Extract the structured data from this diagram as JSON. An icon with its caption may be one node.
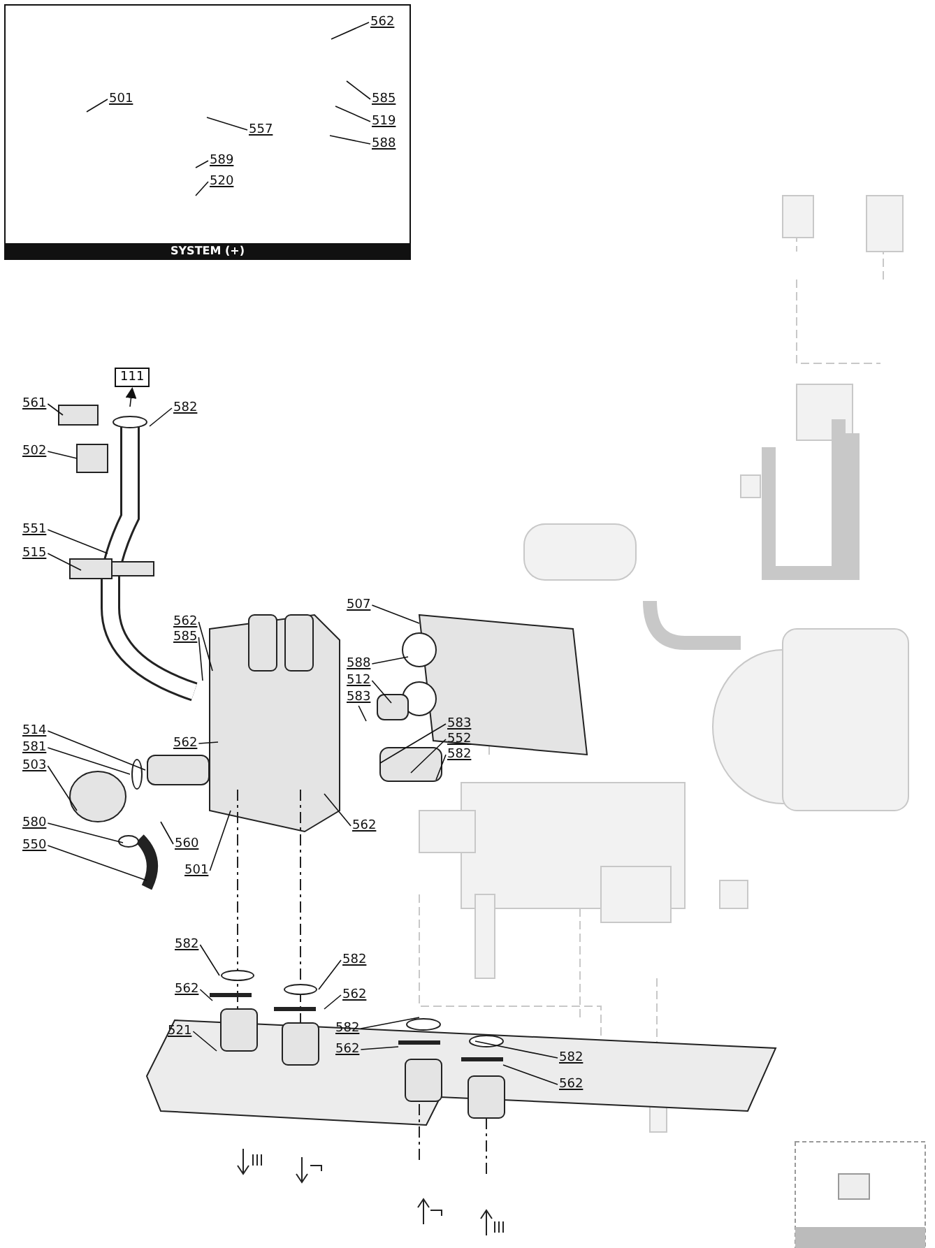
{
  "diagram": {
    "nodes": [
      {
        "text": [
          "SYSTEM (+)"
        ]
      },
      {
        "text": [
          "501"
        ],
        "in": 0
      },
      {
        "text": [
          "562"
        ],
        "in": 0
      },
      {
        "text": [
          "557"
        ],
        "in": 0
      },
      {
        "text": [
          "585"
        ],
        "in": 0
      },
      {
        "text": [
          "519"
        ],
        "in": 0
      },
      {
        "text": [
          "588"
        ],
        "in": 0
      },
      {
        "text": [
          "589"
        ],
        "in": 0
      },
      {
        "text": [
          "520"
        ],
        "in": 0
      },
      {
        "text": [
          "111"
        ]
      },
      {
        "text": [
          "561"
        ]
      },
      {
        "text": [
          "582"
        ]
      },
      {
        "text": [
          "502"
        ]
      },
      {
        "text": [
          "551"
        ]
      },
      {
        "text": [
          "515"
        ]
      },
      {
        "text": [
          "562"
        ]
      },
      {
        "text": [
          "585"
        ]
      },
      {
        "text": [
          "507"
        ]
      },
      {
        "text": [
          "588"
        ]
      },
      {
        "text": [
          "512"
        ]
      },
      {
        "text": [
          "583"
        ]
      },
      {
        "text": [
          "562"
        ]
      },
      {
        "text": [
          "514"
        ]
      },
      {
        "text": [
          "581"
        ]
      },
      {
        "text": [
          "503"
        ]
      },
      {
        "text": [
          "583"
        ]
      },
      {
        "text": [
          "552"
        ]
      },
      {
        "text": [
          "582"
        ]
      },
      {
        "text": [
          "562"
        ]
      },
      {
        "text": [
          "560"
        ]
      },
      {
        "text": [
          "580"
        ]
      },
      {
        "text": [
          "550"
        ]
      },
      {
        "text": [
          "501"
        ]
      },
      {
        "text": [
          "582"
        ]
      },
      {
        "text": [
          "562"
        ]
      },
      {
        "text": [
          "582"
        ]
      },
      {
        "text": [
          "562"
        ]
      },
      {
        "text": [
          "521"
        ]
      },
      {
        "text": [
          "582"
        ]
      },
      {
        "text": [
          "562"
        ]
      },
      {
        "text": [
          "582"
        ]
      },
      {
        "text": [
          "562"
        ]
      },
      {
        "text": [],
        "shape": "box"
      },
      {
        "text": [],
        "shape": "ring"
      },
      {
        "text": [],
        "shape": "ring"
      },
      {
        "text": [],
        "shape": "ring"
      }
    ],
    "edges": [
      {
        "from": 1,
        "to": null,
        "arrow": "none"
      },
      {
        "from": 2,
        "to": null,
        "arrow": "none"
      },
      {
        "from": 3,
        "to": null,
        "arrow": "none"
      },
      {
        "from": 4,
        "to": null,
        "arrow": "none"
      },
      {
        "from": 5,
        "to": null,
        "arrow": "none"
      },
      {
        "from": 6,
        "to": null,
        "arrow": "none"
      },
      {
        "from": 7,
        "to": null,
        "arrow": "none"
      },
      {
        "from": 8,
        "to": null,
        "arrow": "none"
      },
      {
        "from": null,
        "to": 9,
        "arrow": "to"
      },
      {
        "from": 10,
        "to": null,
        "arrow": "none"
      },
      {
        "from": 11,
        "to": null,
        "arrow": "none"
      },
      {
        "from": 12,
        "to": null,
        "arrow": "none"
      },
      {
        "from": 13,
        "to": null,
        "arrow": "none"
      },
      {
        "from": 14,
        "to": null,
        "arrow": "none"
      },
      {
        "from": 15,
        "to": null,
        "arrow": "none"
      },
      {
        "from": 16,
        "to": null,
        "arrow": "none"
      },
      {
        "from": 17,
        "to": null,
        "arrow": "none"
      },
      {
        "from": 18,
        "to": null,
        "arrow": "none"
      },
      {
        "from": 19,
        "to": null,
        "arrow": "none"
      },
      {
        "from": 20,
        "to": null,
        "arrow": "none"
      },
      {
        "from": 21,
        "to": null,
        "arrow": "none"
      },
      {
        "from": 22,
        "to": 42,
        "arrow": "none"
      },
      {
        "from": 23,
        "to": 45,
        "arrow": "none"
      },
      {
        "from": 24,
        "to": null,
        "arrow": "none"
      },
      {
        "from": 25,
        "to": null,
        "arrow": "none"
      },
      {
        "from": 26,
        "to": null,
        "arrow": "none"
      },
      {
        "from": 27,
        "to": null,
        "arrow": "none"
      },
      {
        "from": 28,
        "to": null,
        "arrow": "none"
      },
      {
        "from": 29,
        "to": null,
        "arrow": "none"
      },
      {
        "from": 30,
        "to": null,
        "arrow": "none"
      },
      {
        "from": 31,
        "to": null,
        "arrow": "none"
      },
      {
        "from": 32,
        "to": null,
        "arrow": "none"
      },
      {
        "from": 33,
        "to": 43,
        "arrow": "none"
      },
      {
        "from": 34,
        "to": null,
        "arrow": "none"
      },
      {
        "from": 35,
        "to": 44,
        "arrow": "none"
      },
      {
        "from": 36,
        "to": null,
        "arrow": "none"
      },
      {
        "from": 37,
        "to": null,
        "arrow": "none"
      },
      {
        "from": 38,
        "to": null,
        "arrow": "none"
      },
      {
        "from": 39,
        "to": null,
        "arrow": "none"
      },
      {
        "from": 40,
        "to": null,
        "arrow": "none"
      },
      {
        "from": 41,
        "to": null,
        "arrow": "none"
      }
    ]
  }
}
